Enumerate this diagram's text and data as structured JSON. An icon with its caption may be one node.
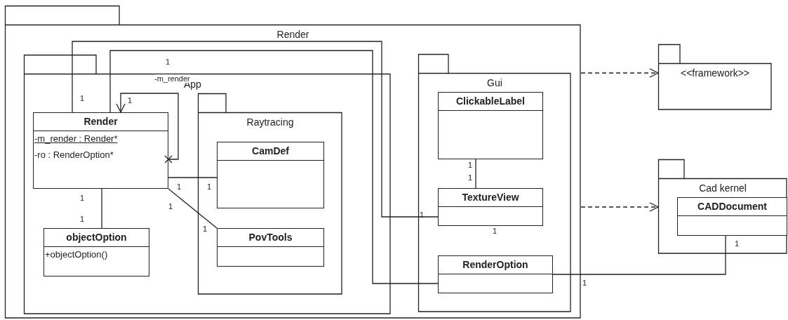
{
  "diagram": {
    "nodes": [
      {
        "text": [
          "Render"
        ]
      },
      {
        "text": [
          "App"
        ],
        "in": 0
      },
      {
        "text": [
          "Render",
          "-m_render : Render*",
          "-ro : RenderOption*"
        ],
        "in": 1
      },
      {
        "text": [
          "Raytracing"
        ],
        "in": 1
      },
      {
        "text": [
          "CamDef"
        ],
        "in": 3
      },
      {
        "text": [
          "PovTools"
        ],
        "in": 3
      },
      {
        "text": [
          "objectOption",
          "+objectOption()"
        ],
        "in": 1
      },
      {
        "text": [
          "Gui"
        ],
        "in": 0
      },
      {
        "text": [
          "ClickableLabel"
        ],
        "in": 7
      },
      {
        "text": [
          "TextureView"
        ],
        "in": 7
      },
      {
        "text": [
          "RenderOption"
        ],
        "in": 7
      },
      {
        "text": [
          "<<framework>>"
        ]
      },
      {
        "text": [
          "Cad kernel"
        ]
      },
      {
        "text": [
          "CADDocument"
        ],
        "in": 12
      }
    ],
    "edges": [
      {
        "from": 2,
        "to": 9,
        "arrow": "none"
      },
      {
        "from": 2,
        "to": 10,
        "arrow": "none"
      },
      {
        "from": 2,
        "to": 2,
        "arrow": "to",
        "label": "-m_render"
      },
      {
        "from": 2,
        "to": 4,
        "arrow": "none"
      },
      {
        "from": 2,
        "to": 5,
        "arrow": "none"
      },
      {
        "from": 2,
        "to": 6,
        "arrow": "none"
      },
      {
        "from": 8,
        "to": 9,
        "arrow": "none"
      },
      {
        "from": 10,
        "to": 13,
        "arrow": "none"
      },
      {
        "from": 0,
        "to": 11,
        "arrow": "to",
        "style": "dashed"
      },
      {
        "from": 0,
        "to": 12,
        "arrow": "to",
        "style": "dashed"
      }
    ],
    "labels": [
      "1",
      "1",
      "1",
      "1",
      "1",
      "1",
      "1",
      "1",
      "1",
      "1",
      "1",
      "1",
      "1",
      "1",
      "1"
    ]
  }
}
